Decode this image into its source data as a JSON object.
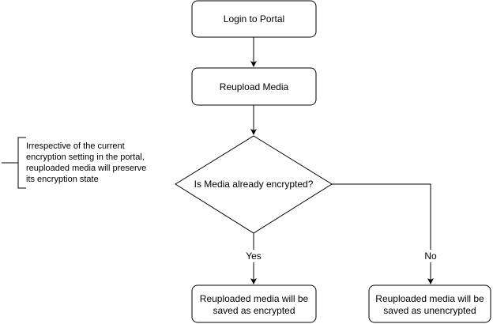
{
  "nodes": {
    "login": "Login to Portal",
    "reupload": "Reupload Media",
    "decision": "Is Media already encrypted?",
    "outcome_encrypted": [
      "Reuploaded media will be",
      "saved as encrypted"
    ],
    "outcome_unencrypted": [
      "Reuploaded media will be",
      "saved as unencrypted"
    ]
  },
  "edges": {
    "yes_label": "Yes",
    "no_label": "No"
  },
  "annotation": {
    "lines": [
      "Irrespective of the current",
      "encryption setting in the portal,",
      "reuploaded media will preserve",
      "its encryption state"
    ]
  },
  "colors": {
    "stroke": "#000000",
    "fill": "#ffffff",
    "text": "#000000"
  }
}
